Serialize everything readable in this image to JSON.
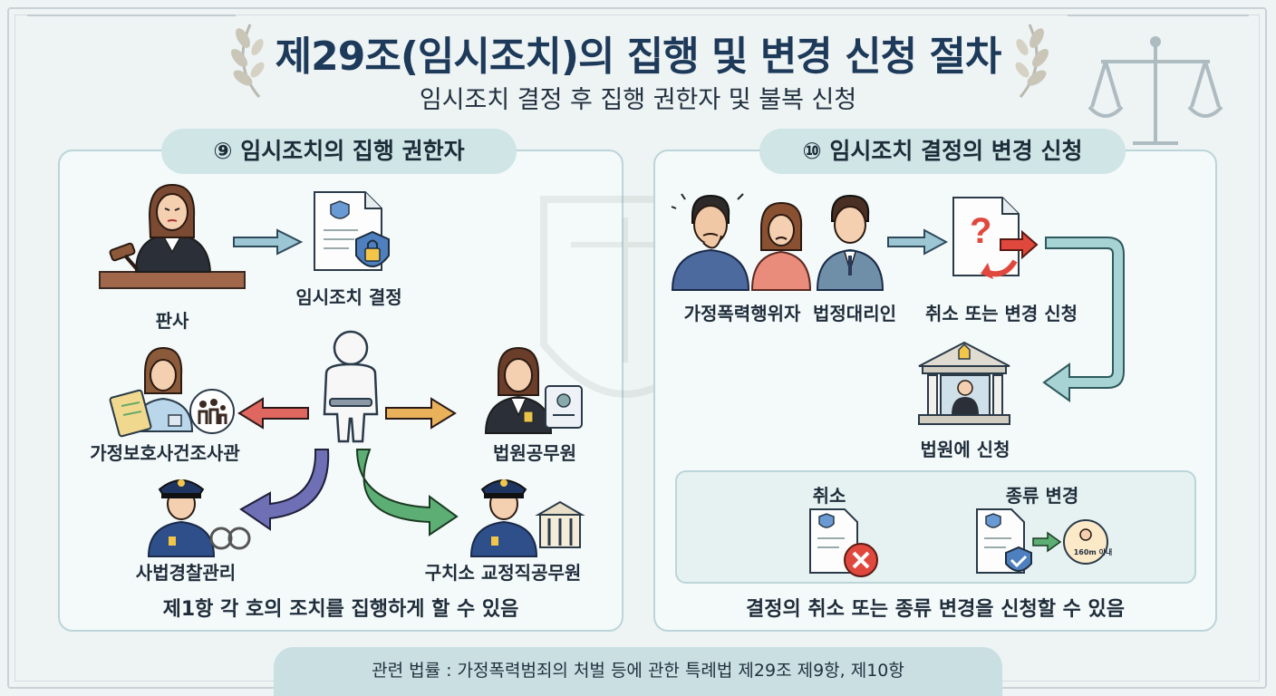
{
  "title": "제29조(임시조치)의 집행 및 변경 신청 절차",
  "subtitle": "임시조치 결정 후 집행 권한자 및 불복 신청",
  "left_panel": {
    "heading": "⑨ 임시조치의 집행 권한자",
    "judge_label": "판사",
    "decision_label": "임시조치 결정",
    "family_investigator_label": "가정보호사건조사관",
    "court_official_label": "법원공무원",
    "judicial_police_label": "사법경찰관리",
    "detention_officer_label": "구치소 교정직공무원",
    "note": "제1항 각 호의 조치를 집행하게 할 수 있음"
  },
  "right_panel": {
    "heading": "⑩ 임시조치 결정의 변경 신청",
    "offender_label": "가정폭력행위자",
    "representative_label": "법정대리인",
    "request_label": "취소 또는 변경 신청",
    "court_label": "법원에 신청",
    "cancel_label": "취소",
    "type_change_label": "종류 변경",
    "distance_text": "160m 이내",
    "note": "결정의 취소 또는 종류 변경을 신청할 수 있음"
  },
  "footer": "관련 법률 : 가정폭력범죄의 처벌 등에 관한 특례법 제29조 제9항, 제10항",
  "colors": {
    "navy_title": "#1d3a5a",
    "teal_pill": "#cfe5e6",
    "arrow_red": "#e0675f",
    "arrow_orange": "#e8b15a",
    "arrow_purple": "#6e6fb4",
    "arrow_green": "#5cae74",
    "arrow_teal": "#8ec1c4",
    "accent_red": "#e0483e"
  }
}
